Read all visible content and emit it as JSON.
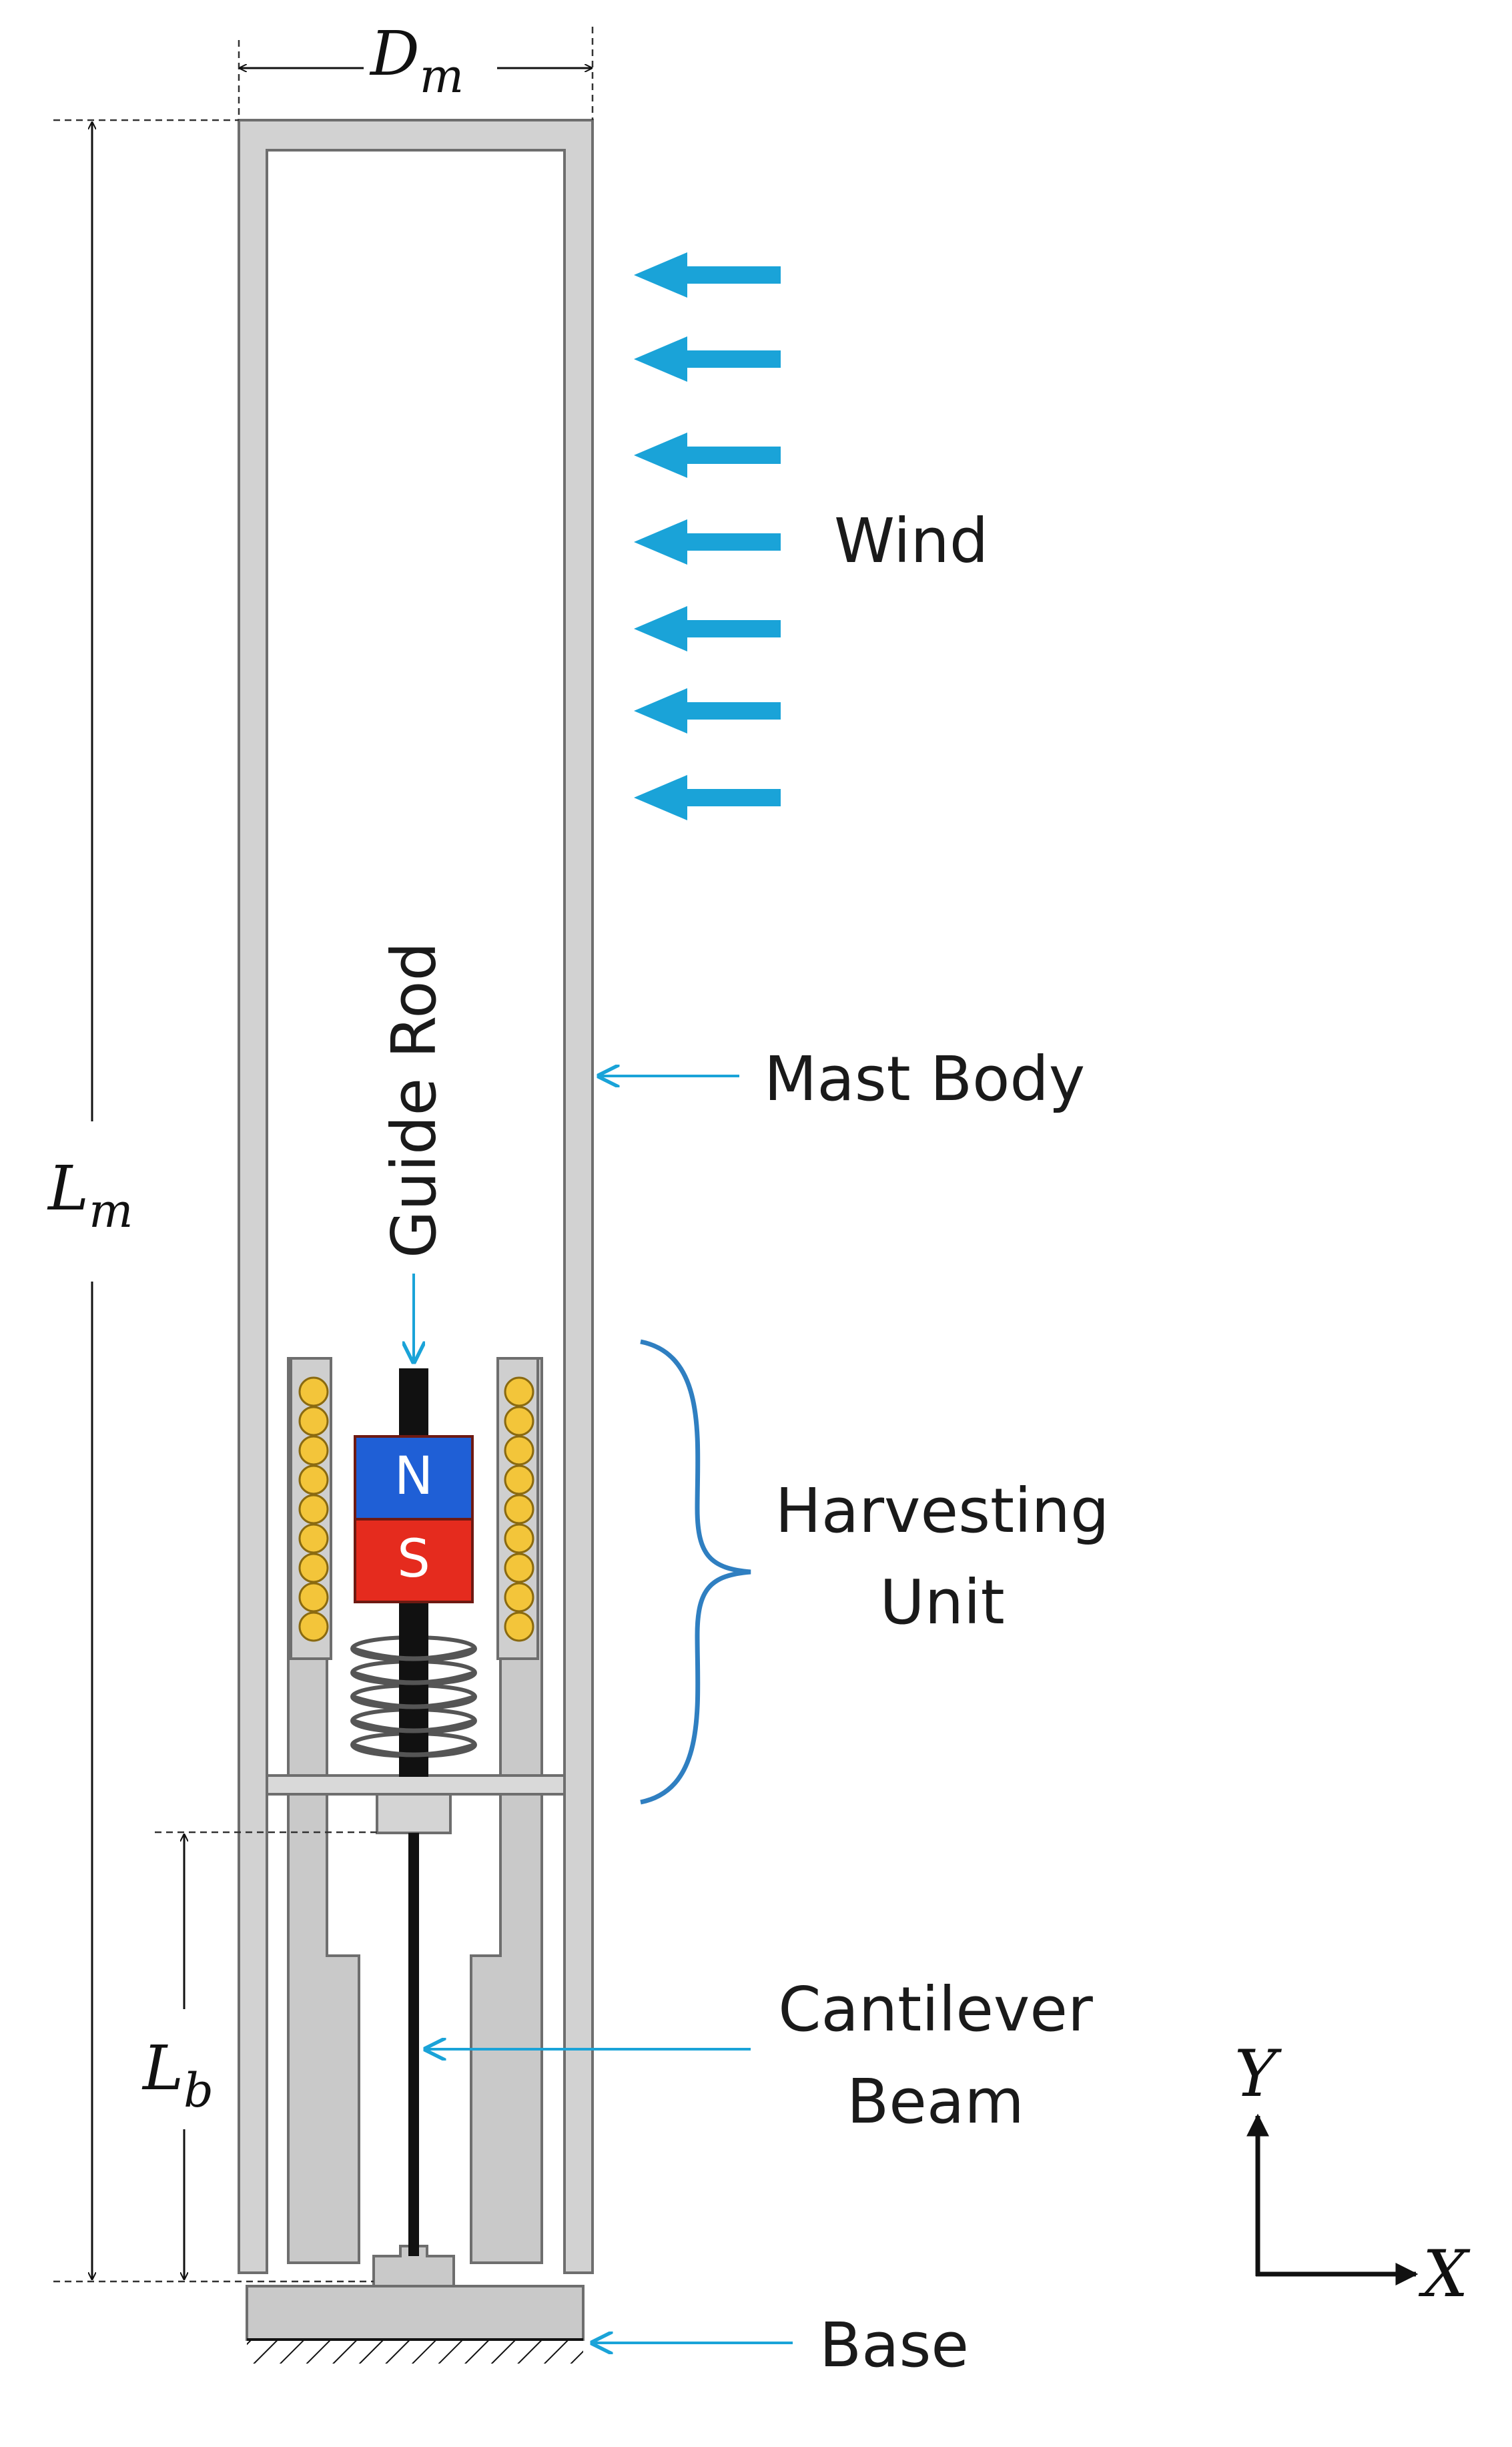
{
  "labels": {
    "wind": "Wind",
    "mast_body": "Mast Body",
    "guide_rod": "Guide Rod",
    "harvesting_unit_line1": "Harvesting",
    "harvesting_unit_line2": "Unit",
    "cantilever_line1": "Cantilever",
    "cantilever_line2": "Beam",
    "base": "Base"
  },
  "dimensions": {
    "diameter_symbol": "D",
    "diameter_subscript": "m",
    "mast_length_symbol": "L",
    "mast_length_subscript": "m",
    "beam_length_symbol": "L",
    "beam_length_subscript": "b"
  },
  "magnet": {
    "north_label": "N",
    "south_label": "S",
    "north_color": "#1f5fd6",
    "south_color": "#e52b1e"
  },
  "axes": {
    "y_label": "Y",
    "x_label": "X"
  },
  "colors": {
    "callout_arrow": "#1aa3d8",
    "wind_arrow": "#1aa3d8",
    "structure_fill": "#cfcfcf",
    "structure_stroke": "#6e6e6e",
    "coil_fill": "#f3c53a",
    "spring_stroke": "#555555",
    "brace_stroke": "#2f7fc1"
  }
}
